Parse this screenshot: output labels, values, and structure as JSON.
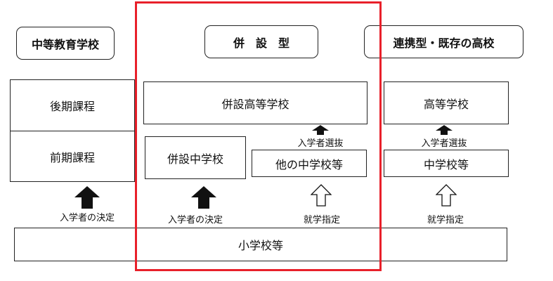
{
  "titles": {
    "col1": "中等教育学校",
    "col2": "併　設　型",
    "col3": "連携型・既存の高校"
  },
  "col1": {
    "upper": "後期課程",
    "lower": "前期課程",
    "arrow_label": "入学者の決定"
  },
  "col2": {
    "high_school": "併設高等学校",
    "middle_school": "併設中学校",
    "other_middle": "他の中学校等",
    "selection_label": "入学者選抜",
    "decision_label": "入学者の決定",
    "designation_label": "就学指定"
  },
  "col3": {
    "high_school": "高等学校",
    "middle_school": "中学校等",
    "selection_label": "入学者選抜",
    "designation_label": "就学指定"
  },
  "bottom": "小学校等",
  "colors": {
    "highlight": "#e8202a",
    "border": "#222222"
  }
}
